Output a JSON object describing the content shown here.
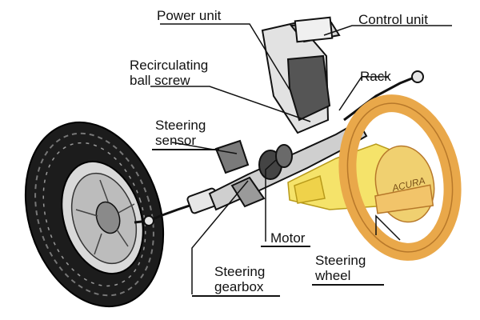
{
  "labels": {
    "power_unit": "Power unit",
    "control_unit": "Control unit",
    "recirculating_ball_screw": [
      "Recirculating",
      "ball screw"
    ],
    "rack": "Rack",
    "steering_sensor": [
      "Steering",
      "sensor"
    ],
    "motor": "Motor",
    "steering_gearbox": [
      "Steering",
      "gearbox"
    ],
    "steering_wheel": [
      "Steering",
      "wheel"
    ],
    "wheel_hub_logo": "ACURA"
  },
  "colors": {
    "steering_wheel_highlight": "#f2c46a",
    "steering_column_highlight": "#f5e36a",
    "line_art": "#111111",
    "tire": "#1c1c1c"
  }
}
